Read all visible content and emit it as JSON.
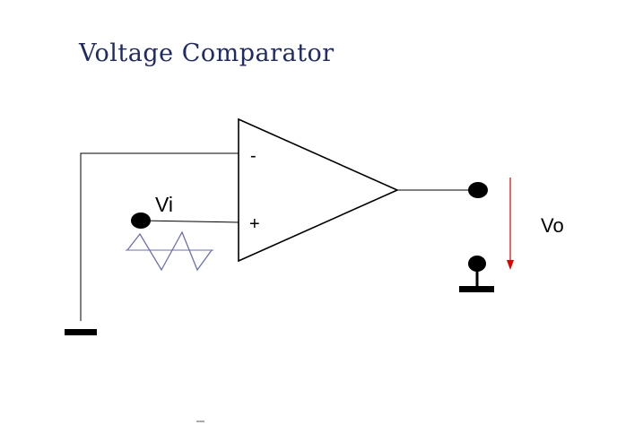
{
  "title": "Voltage Comparator",
  "labels": {
    "minus": "-",
    "plus": "+",
    "vi": "Vi",
    "vo": "Vo"
  },
  "colors": {
    "title": "#1f2a66",
    "wire": "#000000",
    "output_arrow": "#e00000",
    "triangle_wave": "#6a6fb5"
  },
  "icons": [
    "ground-symbol",
    "input-terminal",
    "output-terminal",
    "triangle-wave",
    "voltage-arrow"
  ]
}
